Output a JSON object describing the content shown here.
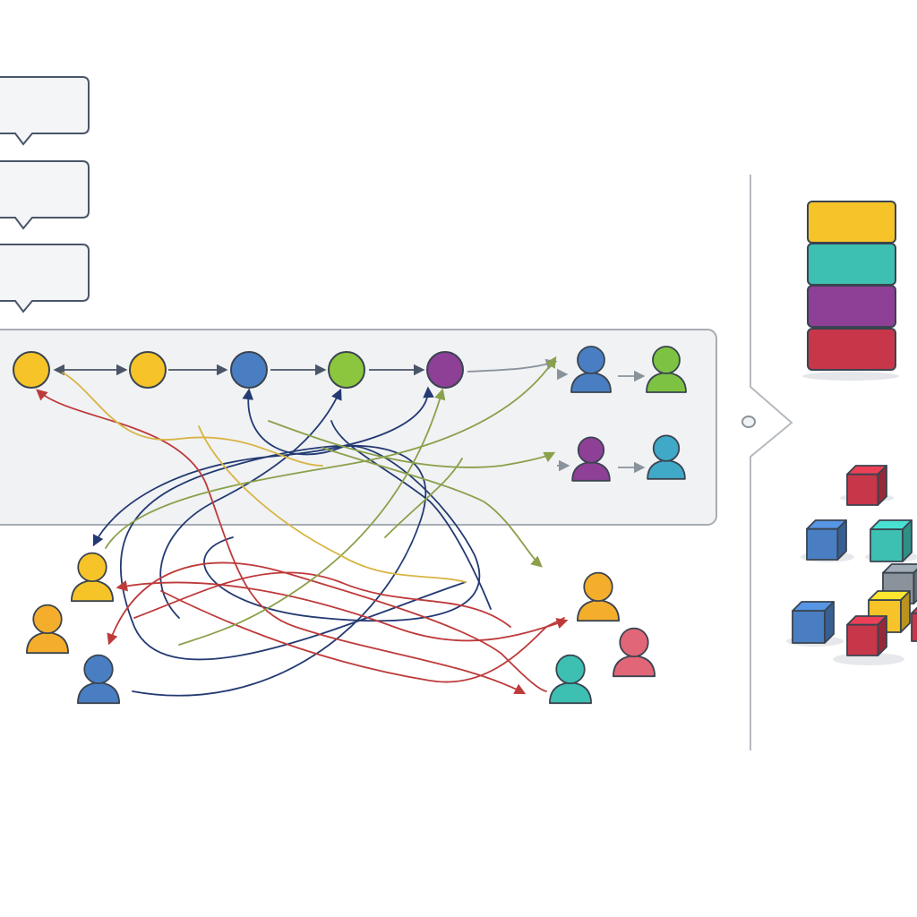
{
  "colors": {
    "yellow": "#F6C428",
    "amber": "#F4AE2C",
    "blue": "#4A7EC2",
    "green": "#8CC63E",
    "lime": "#7DC242",
    "purple": "#8E3F96",
    "teal": "#3DBFB1",
    "cyan": "#3FA9C7",
    "red": "#C8364A",
    "pink": "#E06678",
    "navy": "#233A72",
    "crimson": "#BE3A3A",
    "olive": "#8AA04A",
    "gold": "#D8B443",
    "slate": "#4A5568",
    "gray": "#8A939B",
    "panel": "#F1F2F4",
    "outline": "#3A4450"
  },
  "speech_bubbles": [
    {
      "id": "bubble-1"
    },
    {
      "id": "bubble-2"
    },
    {
      "id": "bubble-3"
    }
  ],
  "flow_nodes": [
    {
      "id": "node-yellow",
      "color": "yellow"
    },
    {
      "id": "node-yellow-2",
      "color": "yellow"
    },
    {
      "id": "node-blue",
      "color": "blue"
    },
    {
      "id": "node-green",
      "color": "green"
    },
    {
      "id": "node-purple",
      "color": "purple"
    }
  ],
  "panel_people": [
    {
      "id": "person-blue-top",
      "color": "blue"
    },
    {
      "id": "person-green-top",
      "color": "lime"
    },
    {
      "id": "person-purple-mid",
      "color": "purple"
    },
    {
      "id": "person-cyan-mid",
      "color": "cyan"
    }
  ],
  "crowd_people": [
    {
      "id": "person-yellow-left",
      "color": "yellow"
    },
    {
      "id": "person-amber-left",
      "color": "amber"
    },
    {
      "id": "person-blue-left",
      "color": "blue"
    },
    {
      "id": "person-amber-right",
      "color": "amber"
    },
    {
      "id": "person-pink-right",
      "color": "pink"
    },
    {
      "id": "person-teal-right",
      "color": "teal"
    }
  ],
  "stack_bars": [
    {
      "id": "stack-yellow",
      "color": "yellow"
    },
    {
      "id": "stack-teal",
      "color": "teal"
    },
    {
      "id": "stack-purple",
      "color": "purple"
    },
    {
      "id": "stack-red",
      "color": "red"
    }
  ],
  "cubes": [
    {
      "id": "cube-red-top",
      "color": "red"
    },
    {
      "id": "cube-blue-mid",
      "color": "blue"
    },
    {
      "id": "cube-teal-mid",
      "color": "teal"
    },
    {
      "id": "cube-gray-back",
      "color": "gray"
    },
    {
      "id": "cube-yellow-front",
      "color": "yellow"
    },
    {
      "id": "cube-blue-front",
      "color": "blue"
    },
    {
      "id": "cube-red-front",
      "color": "red"
    },
    {
      "id": "cube-red-edge",
      "color": "red"
    }
  ]
}
